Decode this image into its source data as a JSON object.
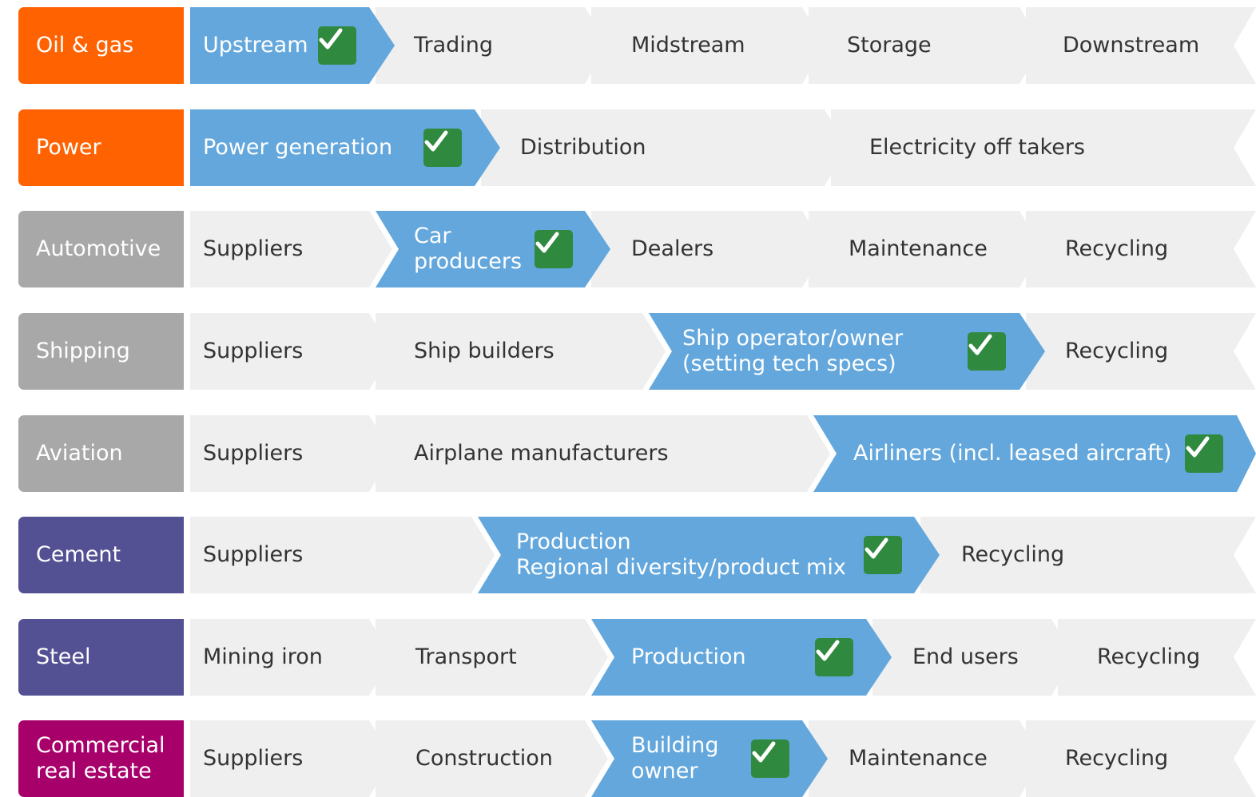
{
  "colors": {
    "grey_segment": "#efefef",
    "blue_segment": "#63a7dc",
    "orange": "#ff6200",
    "grey_sector": "#a8a8a8",
    "purple": "#535093",
    "magenta": "#a8006b",
    "check_green": "#2f8a3f",
    "text_dark": "#333333",
    "text_light": "#ffffff"
  },
  "rows": [
    {
      "sector": [
        "Oil & gas"
      ],
      "sector_color": "orange",
      "segments": [
        {
          "label": [
            "Upstream"
          ],
          "highlighted": true
        },
        {
          "label": [
            "Trading"
          ],
          "highlighted": false
        },
        {
          "label": [
            "Midstream"
          ],
          "highlighted": false
        },
        {
          "label": [
            "Storage"
          ],
          "highlighted": false
        },
        {
          "label": [
            "Downstream"
          ],
          "highlighted": false
        }
      ]
    },
    {
      "sector": [
        "Power"
      ],
      "sector_color": "orange",
      "segments": [
        {
          "label": [
            "Power generation"
          ],
          "highlighted": true
        },
        {
          "label": [
            "Distribution"
          ],
          "highlighted": false
        },
        {
          "label": [
            "Electricity off takers"
          ],
          "highlighted": false
        }
      ]
    },
    {
      "sector": [
        "Automotive"
      ],
      "sector_color": "grey_sector",
      "segments": [
        {
          "label": [
            "Suppliers"
          ],
          "highlighted": false
        },
        {
          "label": [
            "Car",
            "producers"
          ],
          "highlighted": true
        },
        {
          "label": [
            "Dealers"
          ],
          "highlighted": false
        },
        {
          "label": [
            "Maintenance"
          ],
          "highlighted": false
        },
        {
          "label": [
            "Recycling"
          ],
          "highlighted": false
        }
      ]
    },
    {
      "sector": [
        "Shipping"
      ],
      "sector_color": "grey_sector",
      "segments": [
        {
          "label": [
            "Suppliers"
          ],
          "highlighted": false
        },
        {
          "label": [
            "Ship builders"
          ],
          "highlighted": false
        },
        {
          "label": [
            "Ship operator/owner",
            "(setting tech specs)"
          ],
          "highlighted": true
        },
        {
          "label": [
            "Recycling"
          ],
          "highlighted": false
        }
      ]
    },
    {
      "sector": [
        "Aviation"
      ],
      "sector_color": "grey_sector",
      "segments": [
        {
          "label": [
            "Suppliers"
          ],
          "highlighted": false
        },
        {
          "label": [
            "Airplane manufacturers"
          ],
          "highlighted": false
        },
        {
          "label": [
            "Airliners (incl. leased aircraft)"
          ],
          "highlighted": true
        }
      ]
    },
    {
      "sector": [
        "Cement"
      ],
      "sector_color": "purple",
      "segments": [
        {
          "label": [
            "Suppliers"
          ],
          "highlighted": false
        },
        {
          "label": [
            "Production",
            "Regional diversity/product mix"
          ],
          "highlighted": true
        },
        {
          "label": [
            "Recycling"
          ],
          "highlighted": false
        }
      ]
    },
    {
      "sector": [
        "Steel"
      ],
      "sector_color": "purple",
      "segments": [
        {
          "label": [
            "Mining iron"
          ],
          "highlighted": false
        },
        {
          "label": [
            "Transport"
          ],
          "highlighted": false
        },
        {
          "label": [
            "Production"
          ],
          "highlighted": true
        },
        {
          "label": [
            "End users"
          ],
          "highlighted": false
        },
        {
          "label": [
            "Recycling"
          ],
          "highlighted": false
        }
      ]
    },
    {
      "sector": [
        "Commercial",
        "real estate"
      ],
      "sector_color": "magenta",
      "segments": [
        {
          "label": [
            "Suppliers"
          ],
          "highlighted": false
        },
        {
          "label": [
            "Construction"
          ],
          "highlighted": false
        },
        {
          "label": [
            "Building",
            "owner"
          ],
          "highlighted": true
        },
        {
          "label": [
            "Maintenance"
          ],
          "highlighted": false
        },
        {
          "label": [
            "Recycling"
          ],
          "highlighted": false
        }
      ]
    }
  ]
}
